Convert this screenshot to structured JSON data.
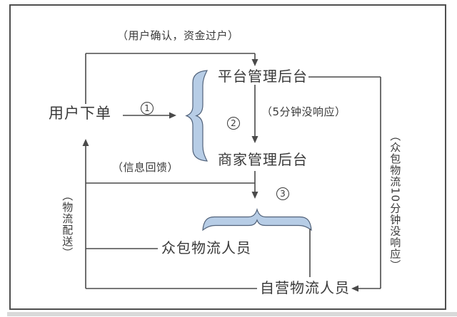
{
  "diagram_title": "crowdsourced-delivery-dispatch-flow",
  "nodes": {
    "user_order": "用户下单",
    "platform_backend": "平台管理后台",
    "merchant_backend": "商家管理后台",
    "crowd_logistics": "众包物流人员",
    "self_logistics": "自营物流人员"
  },
  "labels": {
    "user_confirm_transfer": "（用户确认，资金过户）",
    "no_response_5min": "（5分钟没响应）",
    "info_feedback": "（信息回馈）",
    "logistics_delivery": "（物流配送）",
    "crowd_no_response_10min": "（众包物流10分钟没响应）"
  },
  "steps": {
    "step1": "1",
    "step2": "2",
    "step3": "3"
  },
  "colors": {
    "line": "#4a4a4a",
    "text": "#3a3a3a",
    "brace_fill": "#b7cde6",
    "brace_stroke": "#51627a",
    "border": "#4f4f4f",
    "background": "#ffffff",
    "bottom_strip": "#d9d9d9"
  }
}
